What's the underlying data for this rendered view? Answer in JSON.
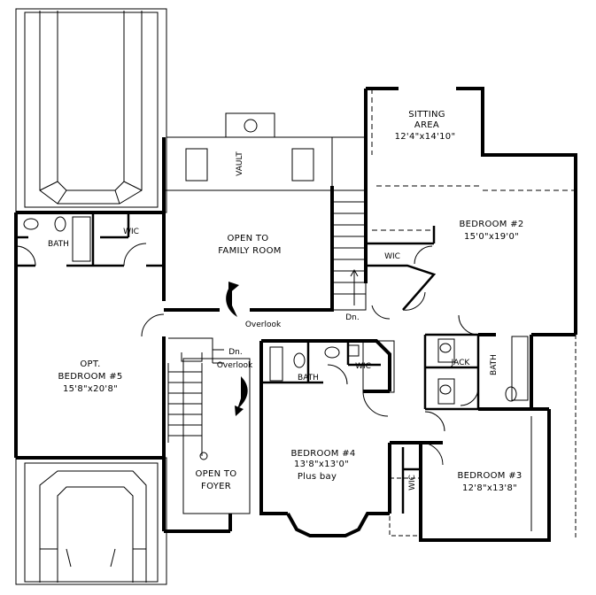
{
  "plan": {
    "rooms": {
      "sitting_area": {
        "line1": "SITTING",
        "line2": "AREA",
        "dims": "12'4\"x14'10\""
      },
      "bedroom2": {
        "name": "BEDROOM #2",
        "dims": "15'0\"x19'0\""
      },
      "open_family": {
        "line1": "OPEN TO",
        "line2": "FAMILY ROOM"
      },
      "opt_bedroom5": {
        "line1": "OPT.",
        "line2": "BEDROOM #5",
        "dims": "15'8\"x20'8\""
      },
      "bedroom4": {
        "name": "BEDROOM #4",
        "dims": "13'8\"x13'0\"",
        "extra": "Plus bay"
      },
      "bedroom3": {
        "name": "BEDROOM #3",
        "dims": "12'8\"x13'8\""
      },
      "open_foyer": {
        "line1": "OPEN TO",
        "line2": "FOYER"
      }
    },
    "labels": {
      "vault": "VAULT",
      "bath_left": "BATH",
      "wic_left": "WIC",
      "wic_b2": "WIC",
      "overlook_main": "Overlook",
      "overlook_stair": "Overlook",
      "dn_main": "Dn.",
      "dn_stair": "Dn.",
      "bath_mid": "BATH",
      "wic_mid": "WIC",
      "jack": "JACK",
      "bath_right": "BATH",
      "wic_b3": "WIC"
    },
    "colors": {
      "line": "#000000",
      "background": "#ffffff",
      "dash": "#555555"
    }
  }
}
